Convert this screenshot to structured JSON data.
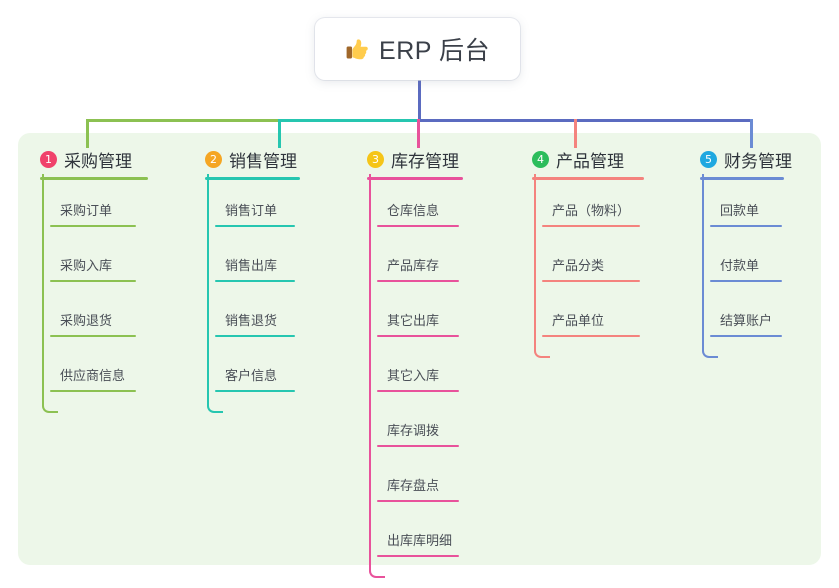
{
  "title": {
    "icon": "thumbs-up-icon",
    "text": "ERP 后台"
  },
  "colors": {
    "panel_bg": "#edf7e9",
    "branch1": "#8cc152",
    "branch2": "#26c6b0",
    "branch3": "#e8529b",
    "branch4": "#f4837e",
    "branch5": "#6b8bd4",
    "trunk": "#5b6bc0",
    "badge1": "#f0426b",
    "badge2": "#f5a623",
    "badge3": "#f5c518",
    "badge4": "#2cbd5c",
    "badge5": "#1fa8e0"
  },
  "branches": [
    {
      "number": "1",
      "label": "采购管理",
      "color": "#8cc152",
      "badge_color": "#f0426b",
      "items": [
        {
          "label": "采购订单"
        },
        {
          "label": "采购入库"
        },
        {
          "label": "采购退货"
        },
        {
          "label": "供应商信息"
        }
      ]
    },
    {
      "number": "2",
      "label": "销售管理",
      "color": "#26c6b0",
      "badge_color": "#f5a623",
      "items": [
        {
          "label": "销售订单"
        },
        {
          "label": "销售出库"
        },
        {
          "label": "销售退货"
        },
        {
          "label": "客户信息"
        }
      ]
    },
    {
      "number": "3",
      "label": "库存管理",
      "color": "#e8529b",
      "badge_color": "#f5c518",
      "items": [
        {
          "label": "仓库信息"
        },
        {
          "label": "产品库存"
        },
        {
          "label": "其它出库"
        },
        {
          "label": "其它入库"
        },
        {
          "label": "库存调拨"
        },
        {
          "label": "库存盘点"
        },
        {
          "label": "出库库明细"
        }
      ]
    },
    {
      "number": "4",
      "label": "产品管理",
      "color": "#f4837e",
      "badge_color": "#2cbd5c",
      "items": [
        {
          "label": "产品（物料）"
        },
        {
          "label": "产品分类"
        },
        {
          "label": "产品单位"
        }
      ]
    },
    {
      "number": "5",
      "label": "财务管理",
      "color": "#6b8bd4",
      "badge_color": "#1fa8e0",
      "items": [
        {
          "label": "回款单"
        },
        {
          "label": "付款单"
        },
        {
          "label": "结算账户"
        }
      ]
    }
  ]
}
